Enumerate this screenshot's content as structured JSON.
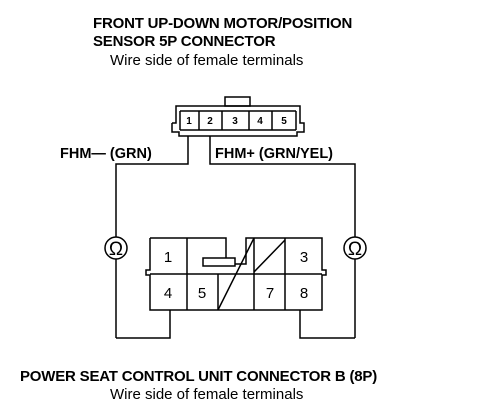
{
  "top_connector": {
    "title_line1": "FRONT UP-DOWN MOTOR/POSITION",
    "title_line2": "SENSOR 5P CONNECTOR",
    "subtitle": "Wire side of female terminals",
    "pins": [
      "1",
      "2",
      "3",
      "4",
      "5"
    ]
  },
  "wires": {
    "left_label": "FHM— (GRN)",
    "right_label": "FHM+ (GRN/YEL)"
  },
  "meters": {
    "left_symbol": "Ω",
    "right_symbol": "Ω"
  },
  "bottom_connector": {
    "pins_top": [
      "1",
      "3"
    ],
    "pins_bottom": [
      "4",
      "5",
      "7",
      "8"
    ],
    "title": "POWER SEAT CONTROL UNIT CONNECTOR B (8P)",
    "subtitle": "Wire side of female terminals"
  }
}
